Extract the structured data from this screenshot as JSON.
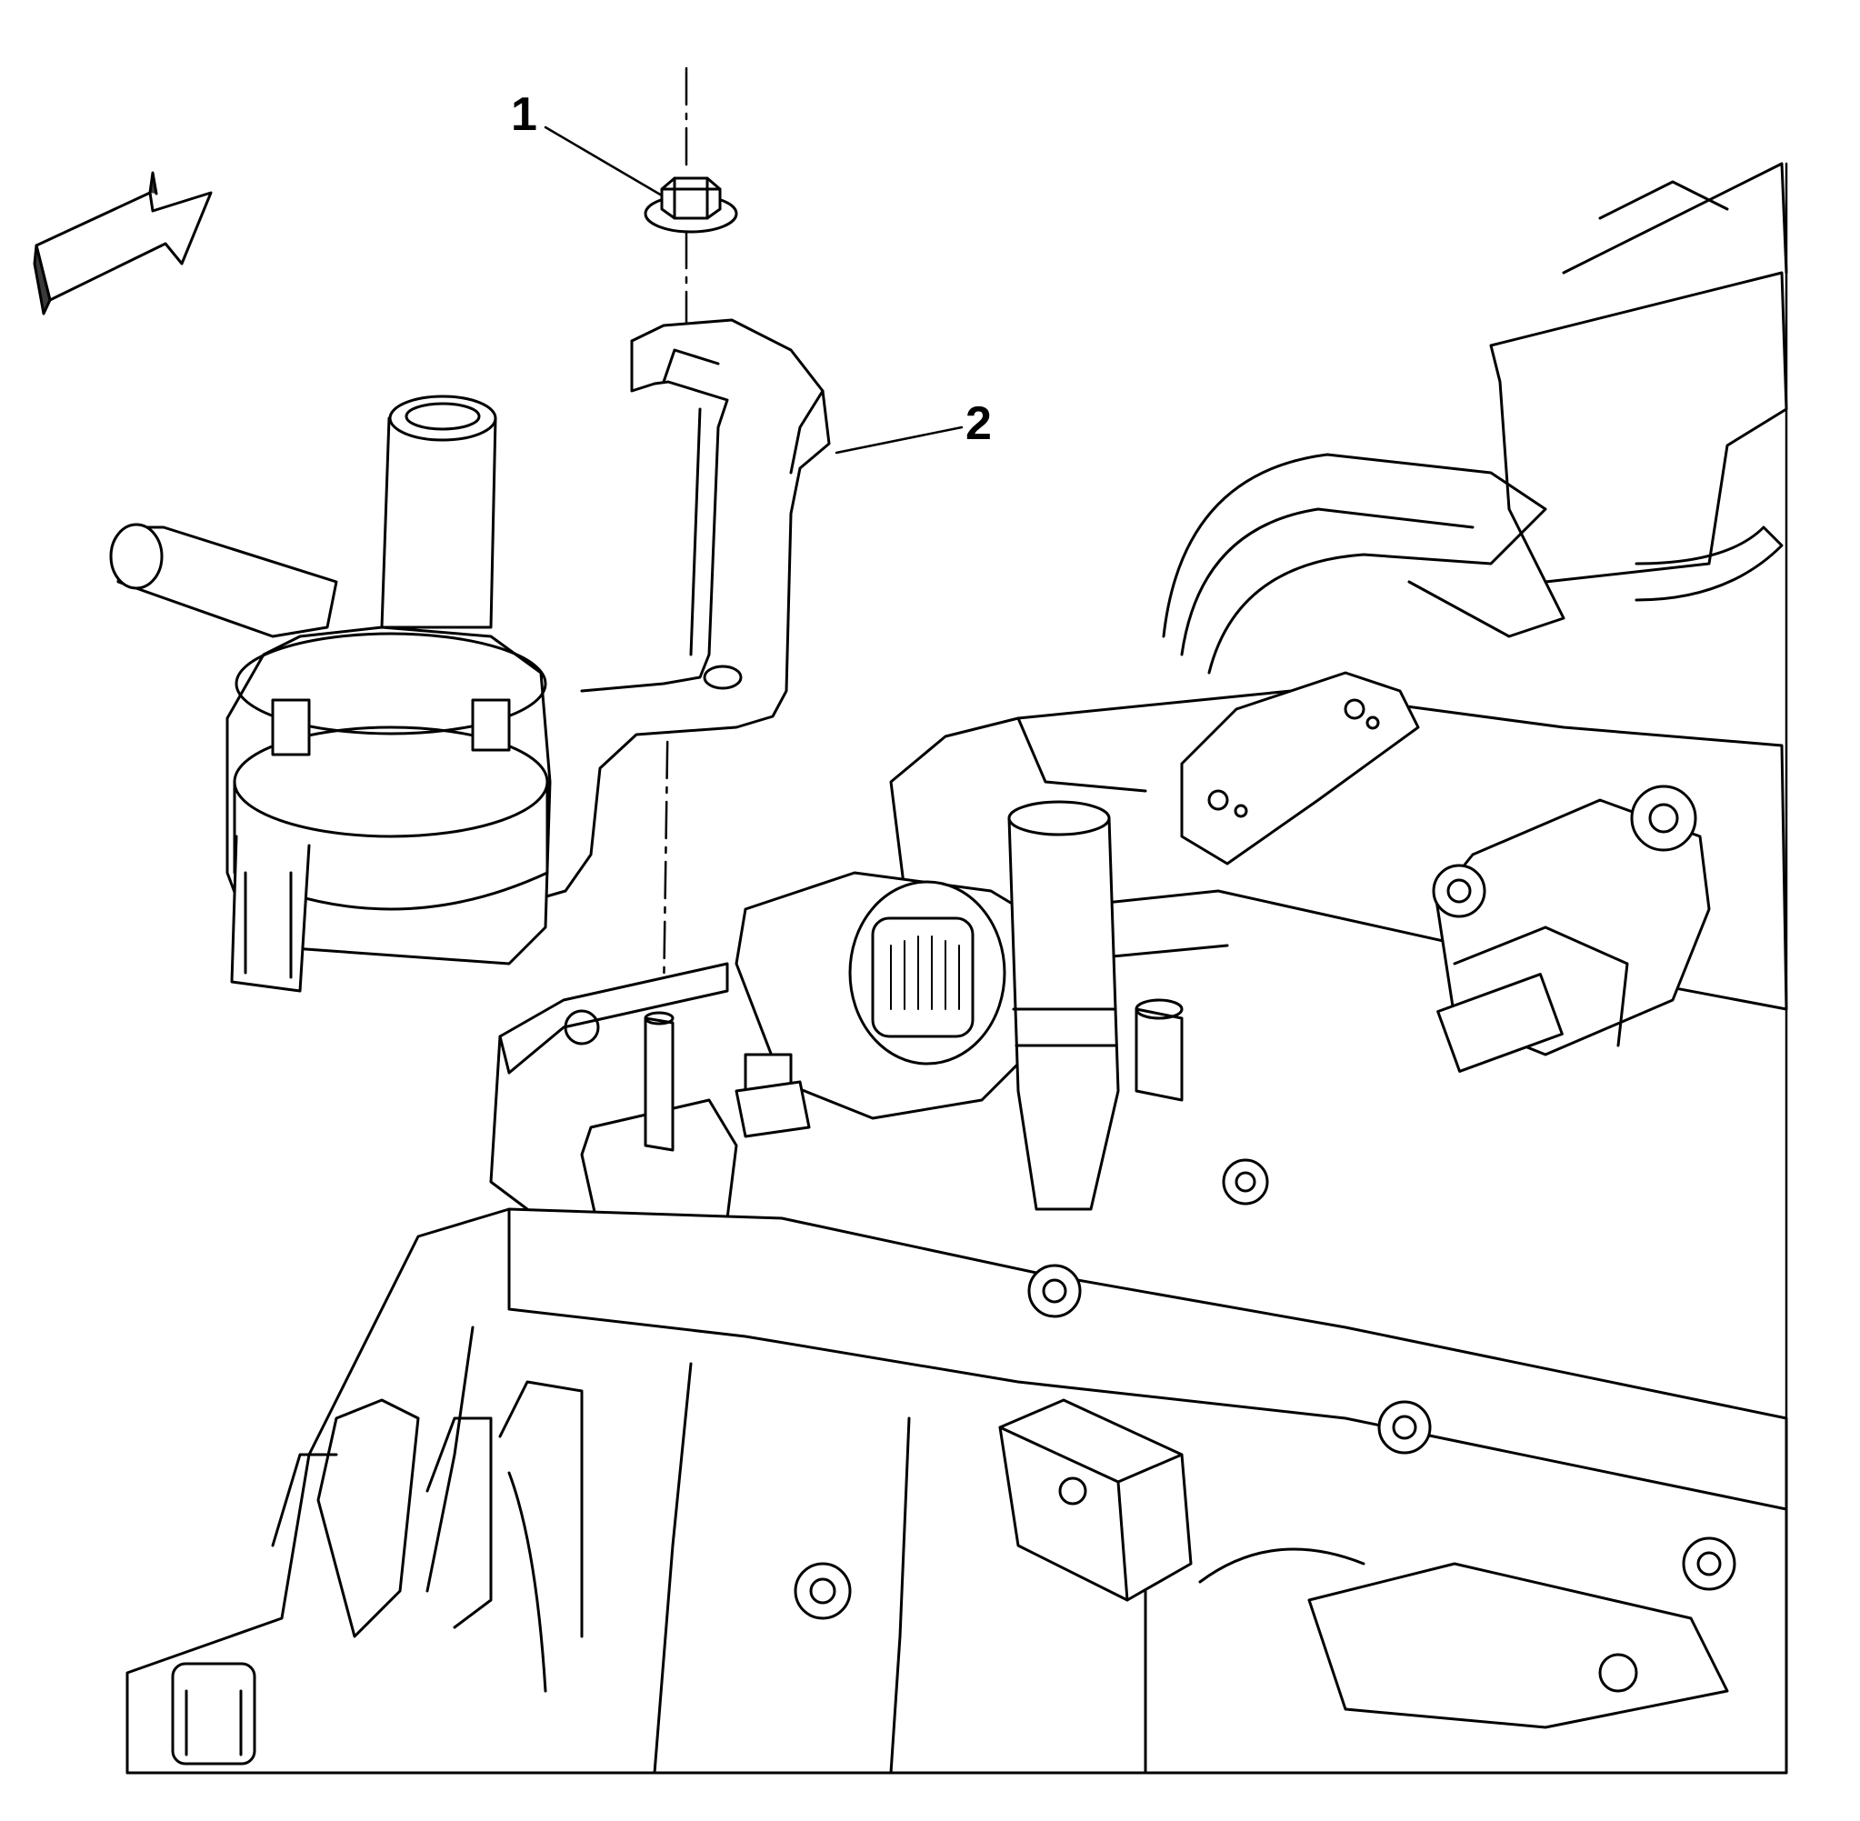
{
  "callouts": [
    {
      "number": "1",
      "part": "nut"
    },
    {
      "number": "2",
      "part": "bracket"
    }
  ],
  "colors": {
    "line": "#000000",
    "background": "#ffffff",
    "shade": "#3a3a3a"
  },
  "icons": {
    "direction": "forward-direction-arrow-icon"
  }
}
